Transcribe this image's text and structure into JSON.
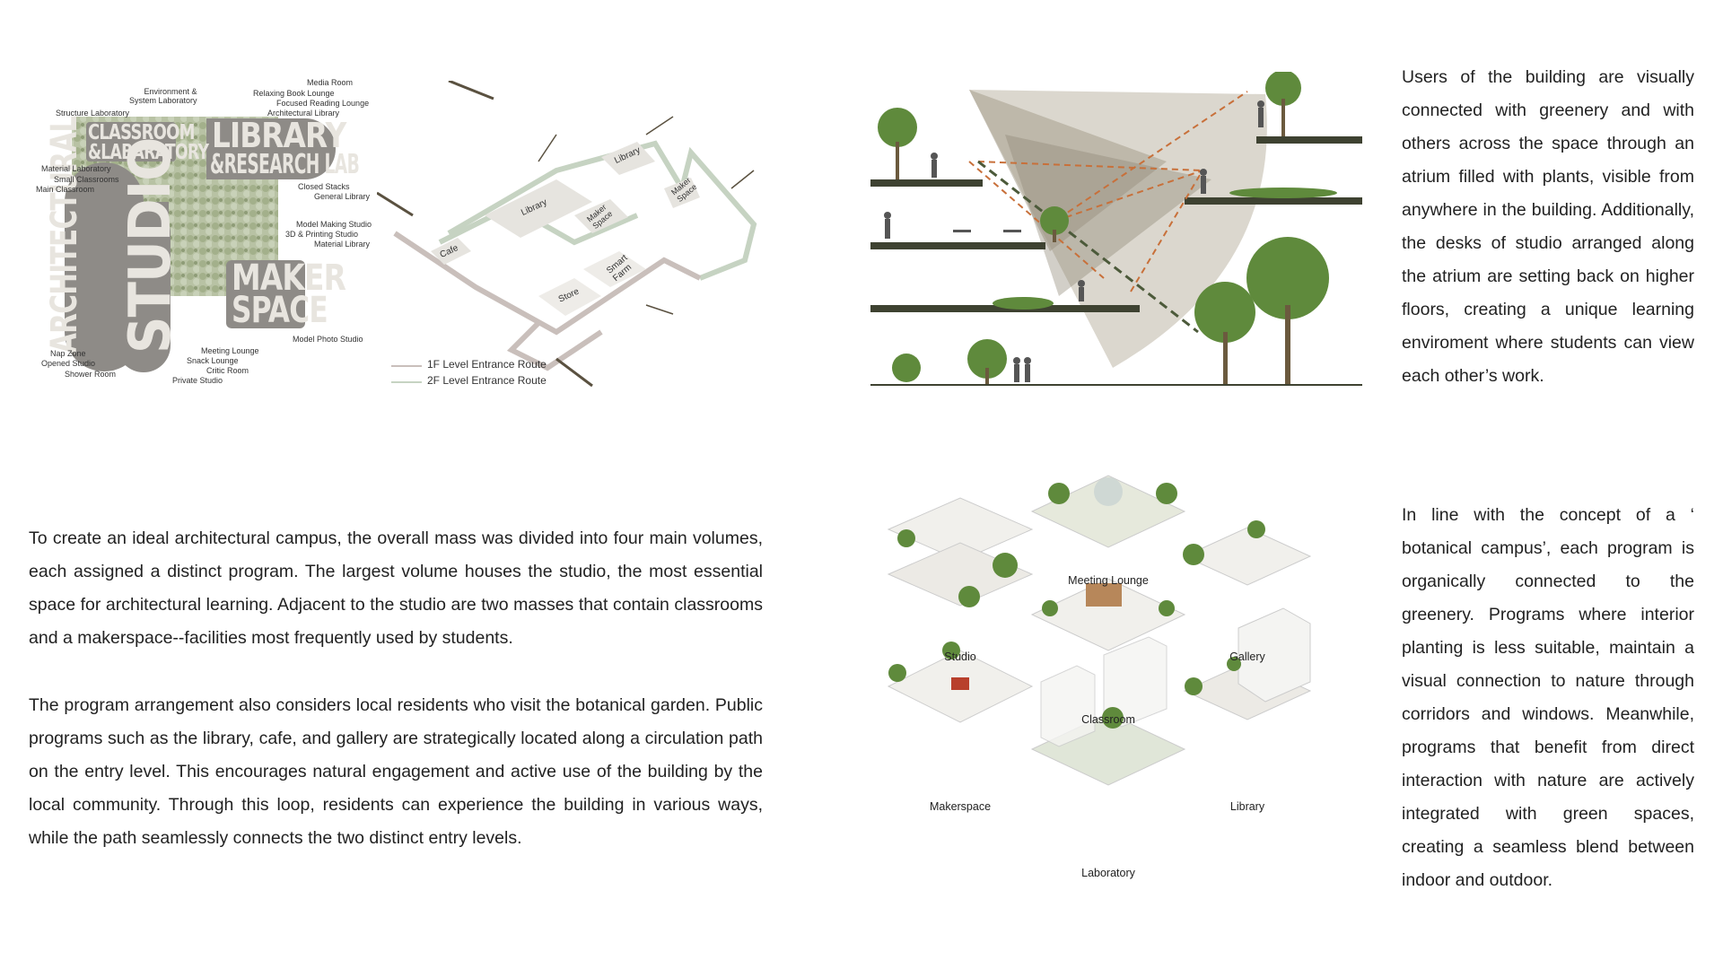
{
  "mass_diagram": {
    "big_labels": {
      "classroom": "CLASSROOM",
      "laboratory": "&LABARATORY",
      "library": "LIBRARY",
      "research": "&RESEARCH LAB",
      "architectural": "ARCHITECTURAL",
      "studio": "STUDIO",
      "maker": "MAKER",
      "space": "SPACE"
    },
    "room_labels": {
      "environment_lab": "Environment &\nSystem Laboratory",
      "structure_lab": "Structure Laboratory",
      "media_room": "Media Room",
      "relaxing_lounge": "Relaxing Book Lounge",
      "focused_lounge": "Focused Reading Lounge",
      "arch_library": "Architectural Library",
      "material_lab": "Material Laboratory",
      "small_classrooms": "Small Classrooms",
      "main_classroom": "Main Classroom",
      "closed_stacks": "Closed Stacks",
      "general_library": "General Library",
      "model_making": "Model Making Studio",
      "printing_studio": "3D & Printing Studio",
      "material_library": "Material Library",
      "model_photo": "Model Photo Studio",
      "nap_zone": "Nap Zone",
      "opened_studio": "Opened Studio",
      "shower_room": "Shower Room",
      "meeting_lounge": "Meeting Lounge",
      "snack_lounge": "Snack Lounge",
      "critic_room": "Critic Room",
      "private_studio": "Private Studio"
    }
  },
  "circulation_diagram": {
    "labels": {
      "library_main": "Library",
      "library_upper": "Library",
      "cafe": "Cafe",
      "maker_1": "Maker\nSpace",
      "maker_2": "Maker\nSpace",
      "store": "Store",
      "smart_farm": "Smart\nFarm"
    },
    "legend": {
      "level1": "1F Level Entrance Route",
      "level2": "2F Level Entrance Route"
    },
    "colors": {
      "level1": "#c9bfbb",
      "level2": "#c6d3c2",
      "arrow": "#5a5140"
    }
  },
  "text": {
    "intro_paragraph": " To create an ideal architectural campus, the overall mass was divided into four main volumes, each assigned a distinct program. The largest volume houses the studio, the most essential space for architectural learning. Adjacent to the studio are two masses that contain classrooms and a makerspace--facilities most frequently used by students.",
    "program_paragraph": " The program arrangement also considers local residents who visit the botanical garden. Public programs such as the library, cafe, and gallery are strategically located along a circulation path on the entry level. This encourages natural engagement and active use of the building by the local community. Through this loop, residents can experience the building in various ways, while the path seamlessly connects the two distinct entry levels.",
    "atrium_paragraph": "  Users of the building are visually connected with greenery and with others across the space through an atrium filled with plants, visible from anywhere in the building. Additionally, the desks of studio arranged along the atrium are setting back on higher floors, creating a unique learning enviroment where students can view each other’s work.",
    "botanical_paragraph": "  In line with the concept of a ‘ botanical campus’, each program is organically connected to the greenery. Programs where interior planting is less suitable, maintain a visual connection to nature through corridors and windows. Meanwhile, programs that benefit from direct interaction with nature are actively integrated with green spaces, creating a seamless blend between indoor and outdoor."
  },
  "programs": {
    "studio": "Studio",
    "meeting_lounge": "Meeting Lounge",
    "gallery": "Gallery",
    "classroom": "Classroom",
    "makerspace": "Makerspace",
    "library": "Library",
    "laboratory": "Laboratory"
  },
  "colors": {
    "background": "#ffffff",
    "floor_slab": "#3e4231",
    "cone": "#bdb7a6",
    "sightline_orange": "#c8703a",
    "sightline_green": "#4c5a3a",
    "tree_green": "#5f8a3c",
    "mass_grey": "#8c8a86"
  }
}
